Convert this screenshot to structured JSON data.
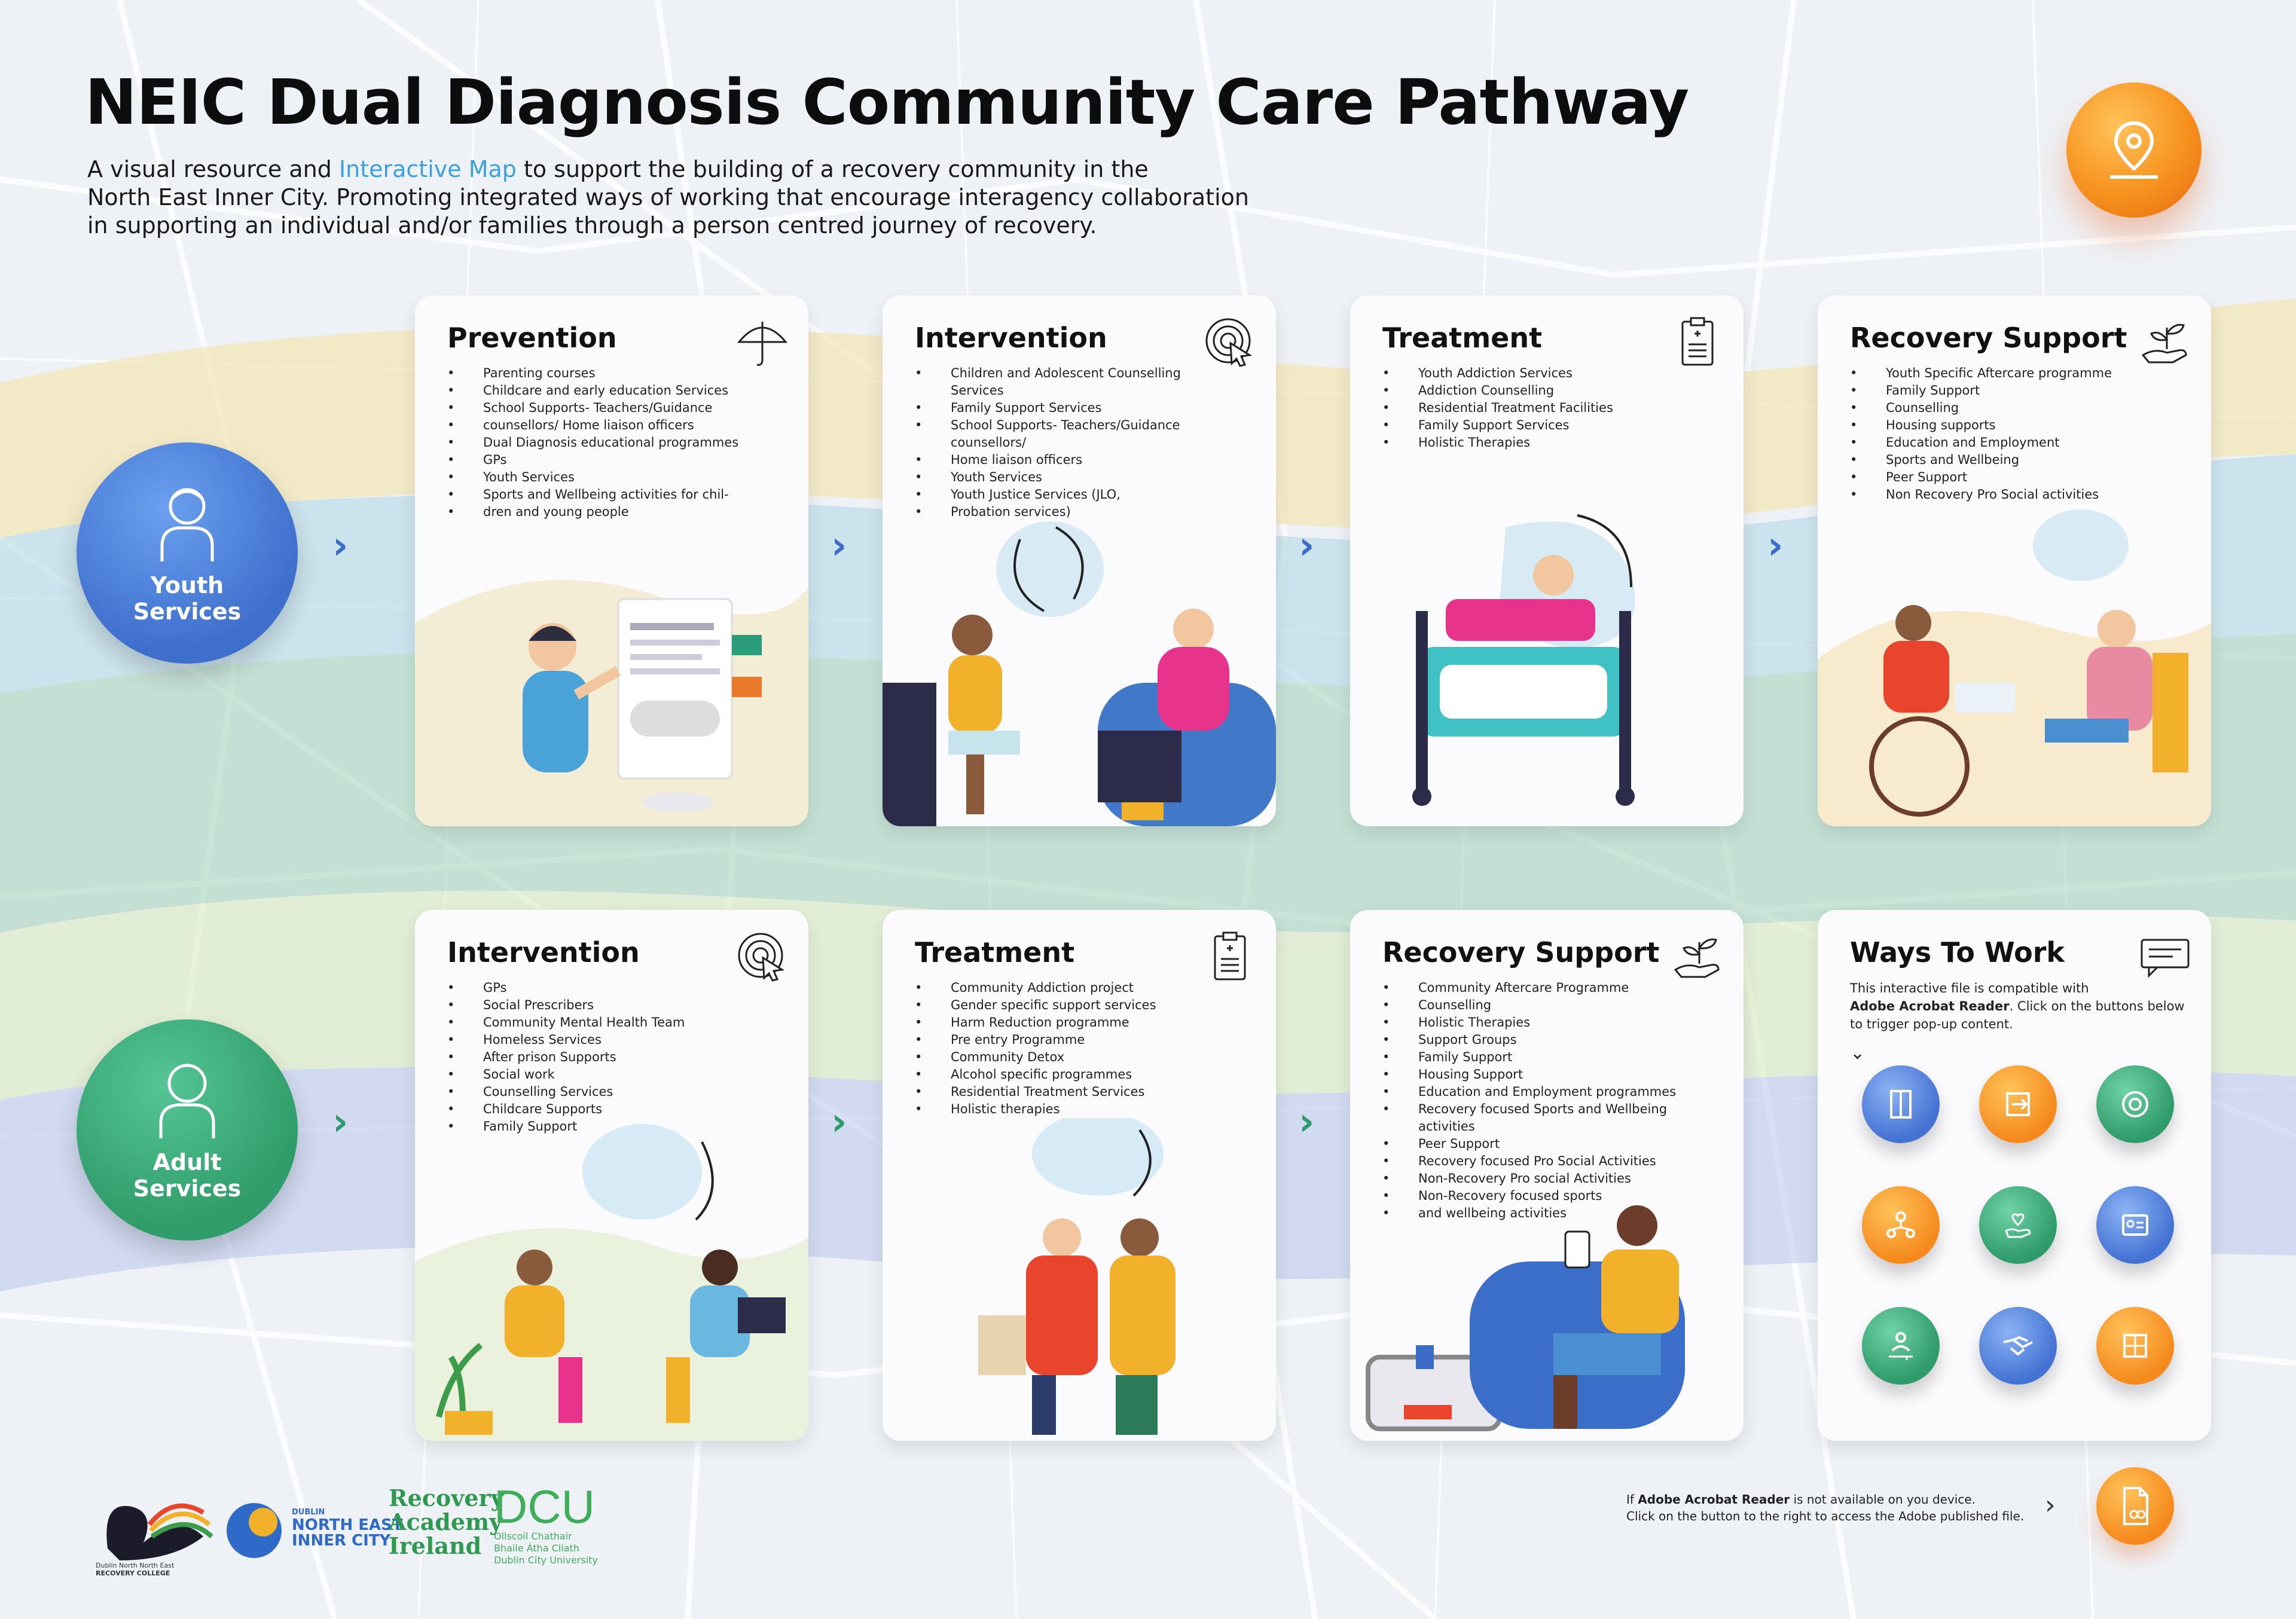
{
  "header": {
    "title": "NEIC Dual Diagnosis Community Care Pathway",
    "subtitle_prefix": "A visual resource and ",
    "subtitle_link": "Interactive Map",
    "subtitle_suffix": " to support the building of a recovery community in the",
    "subtitle_line2": "North East Inner City. Promoting integrated ways of working that encourage interagency collaboration",
    "subtitle_line3": "in supporting an individual and/or families through a person centred journey of recovery."
  },
  "map_button": {
    "icon": "map-pin-icon"
  },
  "services": {
    "youth": {
      "line1": "Youth",
      "line2": "Services"
    },
    "adult": {
      "line1": "Adult",
      "line2": "Services"
    }
  },
  "youth_cards": {
    "prevention": {
      "title": "Prevention",
      "icon": "umbrella-icon",
      "items": [
        "Parenting courses",
        "Childcare and early education Services",
        "School Supports- Teachers/Guidance",
        "counsellors/ Home liaison officers",
        "Dual Diagnosis educational programmes",
        "GPs",
        "Youth Services",
        "Sports and Wellbeing activities for chil-",
        "dren and young people"
      ]
    },
    "intervention": {
      "title": "Intervention",
      "icon": "target-icon",
      "items": [
        "Children and Adolescent Counselling Services",
        "Family Support Services",
        "School Supports- Teachers/Guidance counsellors/",
        "Home liaison officers",
        "Youth Services",
        "Youth Justice Services (JLO,",
        "Probation services)"
      ]
    },
    "treatment": {
      "title": "Treatment",
      "icon": "clipboard-icon",
      "items": [
        "Youth Addiction Services",
        "Addiction Counselling",
        "Residential Treatment Facilities",
        "Family Support Services",
        "Holistic Therapies"
      ]
    },
    "recovery": {
      "title": "Recovery Support",
      "icon": "plant-hand-icon",
      "items": [
        "Youth Specific Aftercare programme",
        "Family Support",
        "Counselling",
        "Housing supports",
        "Education and Employment",
        "Sports and Wellbeing",
        "Peer Support",
        "Non Recovery Pro Social activities"
      ]
    }
  },
  "adult_cards": {
    "intervention": {
      "title": "Intervention",
      "icon": "target-icon",
      "items": [
        "GPs",
        "Social Prescribers",
        "Community Mental Health Team",
        "Homeless Services",
        "After prison Supports",
        "Social work",
        "Counselling Services",
        "Childcare Supports",
        "Family Support"
      ]
    },
    "treatment": {
      "title": "Treatment",
      "icon": "clipboard-icon",
      "items": [
        "Community Addiction project",
        "Gender specific support services",
        "Harm Reduction programme",
        "Pre entry Programme",
        "Community Detox",
        "Alcohol specific programmes",
        "Residential Treatment Services",
        "Holistic therapies"
      ]
    },
    "recovery": {
      "title": "Recovery Support",
      "icon": "plant-hand-icon",
      "items": [
        "Community Aftercare Programme",
        "Counselling",
        "Holistic Therapies",
        "Support Groups",
        "Family Support",
        "Housing Support",
        "Education and Employment programmes",
        "Recovery focused Sports and Wellbeing activities",
        "Peer Support",
        "Recovery focused Pro Social Activities",
        "Non-Recovery Pro social Activities",
        "Non-Recovery focused sports",
        "and wellbeing activities"
      ]
    },
    "ways": {
      "title": "Ways To Work",
      "icon": "chat-icon",
      "text1": "This interactive file is compatible with",
      "text2_bold": "Adobe Acrobat Reader",
      "text2_rest": ". Click on the buttons below",
      "text3": "to trigger pop-up content.",
      "buttons": [
        {
          "icon": "door-icon",
          "color": "blue"
        },
        {
          "icon": "exit-icon",
          "color": "orange"
        },
        {
          "icon": "lifebuoy-icon",
          "color": "green"
        },
        {
          "icon": "network-icon",
          "color": "orange"
        },
        {
          "icon": "heart-hand-icon",
          "color": "green"
        },
        {
          "icon": "id-card-icon",
          "color": "blue"
        },
        {
          "icon": "person-key-icon",
          "color": "green"
        },
        {
          "icon": "handshake-icon",
          "color": "blue"
        },
        {
          "icon": "puzzle-icon",
          "color": "orange"
        }
      ]
    }
  },
  "footer": {
    "logo1_line1": "Dublin North North East",
    "logo1_line2": "RECOVERY COLLEGE",
    "logo2_line1": "DUBLIN",
    "logo2_line2": "NORTH EAST",
    "logo2_line3": "INNER CITY",
    "logo3_line1": "Recovery",
    "logo3_line2": "Academy",
    "logo3_line3": "Ireland",
    "logo4_main": "DCU",
    "logo4_line1": "Ollscoil Chathair",
    "logo4_line2": "Bhaile Átha Cliath",
    "logo4_line3": "Dublin City University",
    "note_prefix": "If ",
    "note_bold": "Adobe Acrobat Reader",
    "note_suffix": " is not available on you device.",
    "note_line2": "Click on the button to the right to access the Adobe published file.",
    "pdf_icon": "pdf-file-icon"
  },
  "colors": {
    "accent_blue": "#3aa0e0",
    "orange": "#f5891c",
    "green": "#2f9a6a",
    "blue": "#4472d3"
  }
}
